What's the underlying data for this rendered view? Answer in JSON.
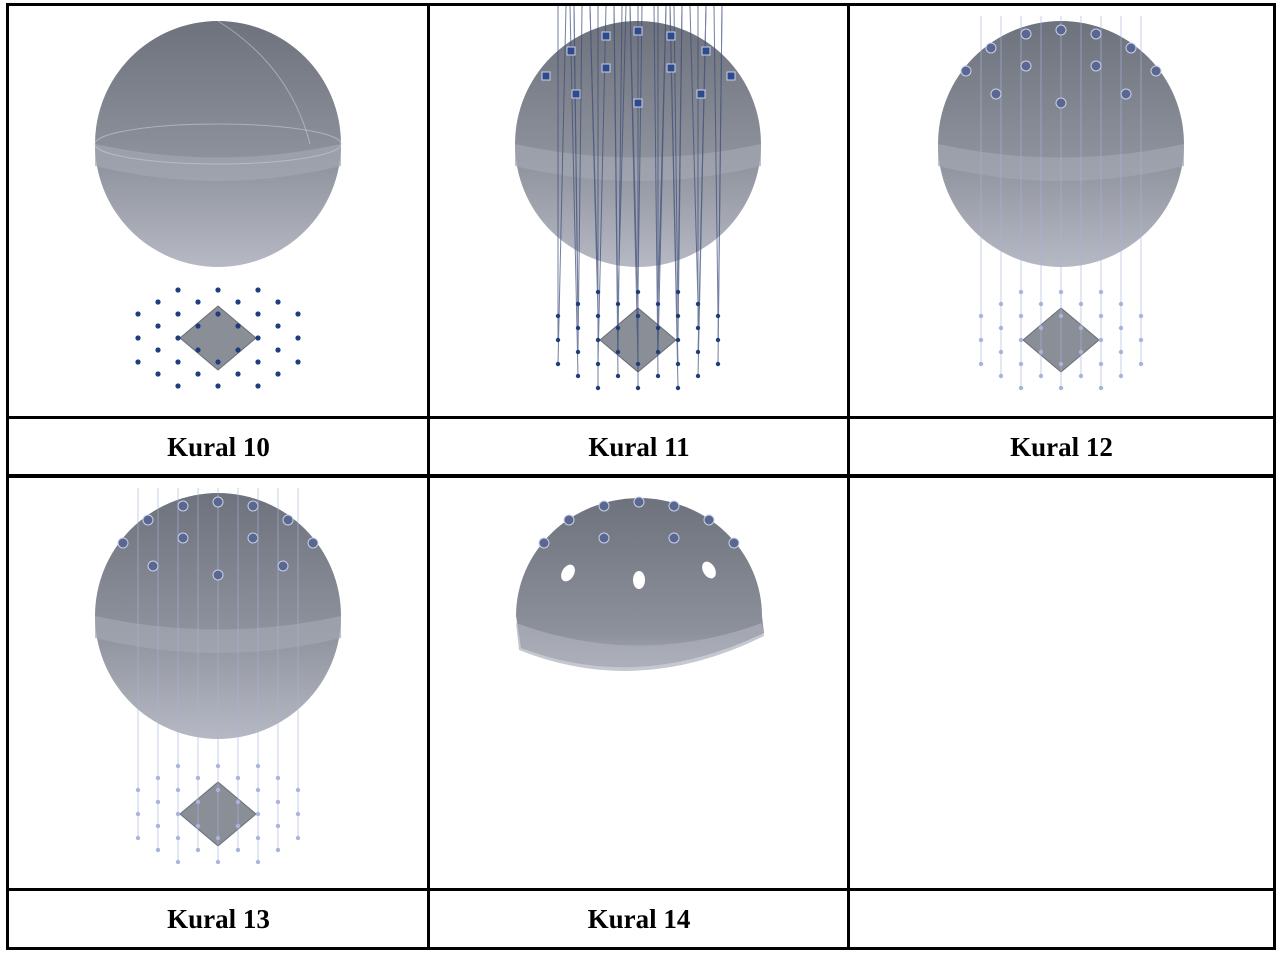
{
  "rules": [
    {
      "caption": "Kural 10",
      "figure": "sphere-with-scattered-points"
    },
    {
      "caption": "Kural 11",
      "figure": "sphere-with-vertical-lines"
    },
    {
      "caption": "Kural 12",
      "figure": "sphere-with-light-points"
    },
    {
      "caption": "Kural 13",
      "figure": "sphere-with-light-points"
    },
    {
      "caption": "Kural 14",
      "figure": "dome-with-openings"
    },
    {
      "caption": "",
      "figure": "empty"
    }
  ],
  "colors": {
    "sphere_top": "#7d818a",
    "sphere_bottom": "#b3b6c0",
    "band": "#9ea2ad",
    "point": "#1f3d7a",
    "light_point": "#a8b4dc",
    "line": "#3a4a78",
    "grid": "#000000"
  }
}
